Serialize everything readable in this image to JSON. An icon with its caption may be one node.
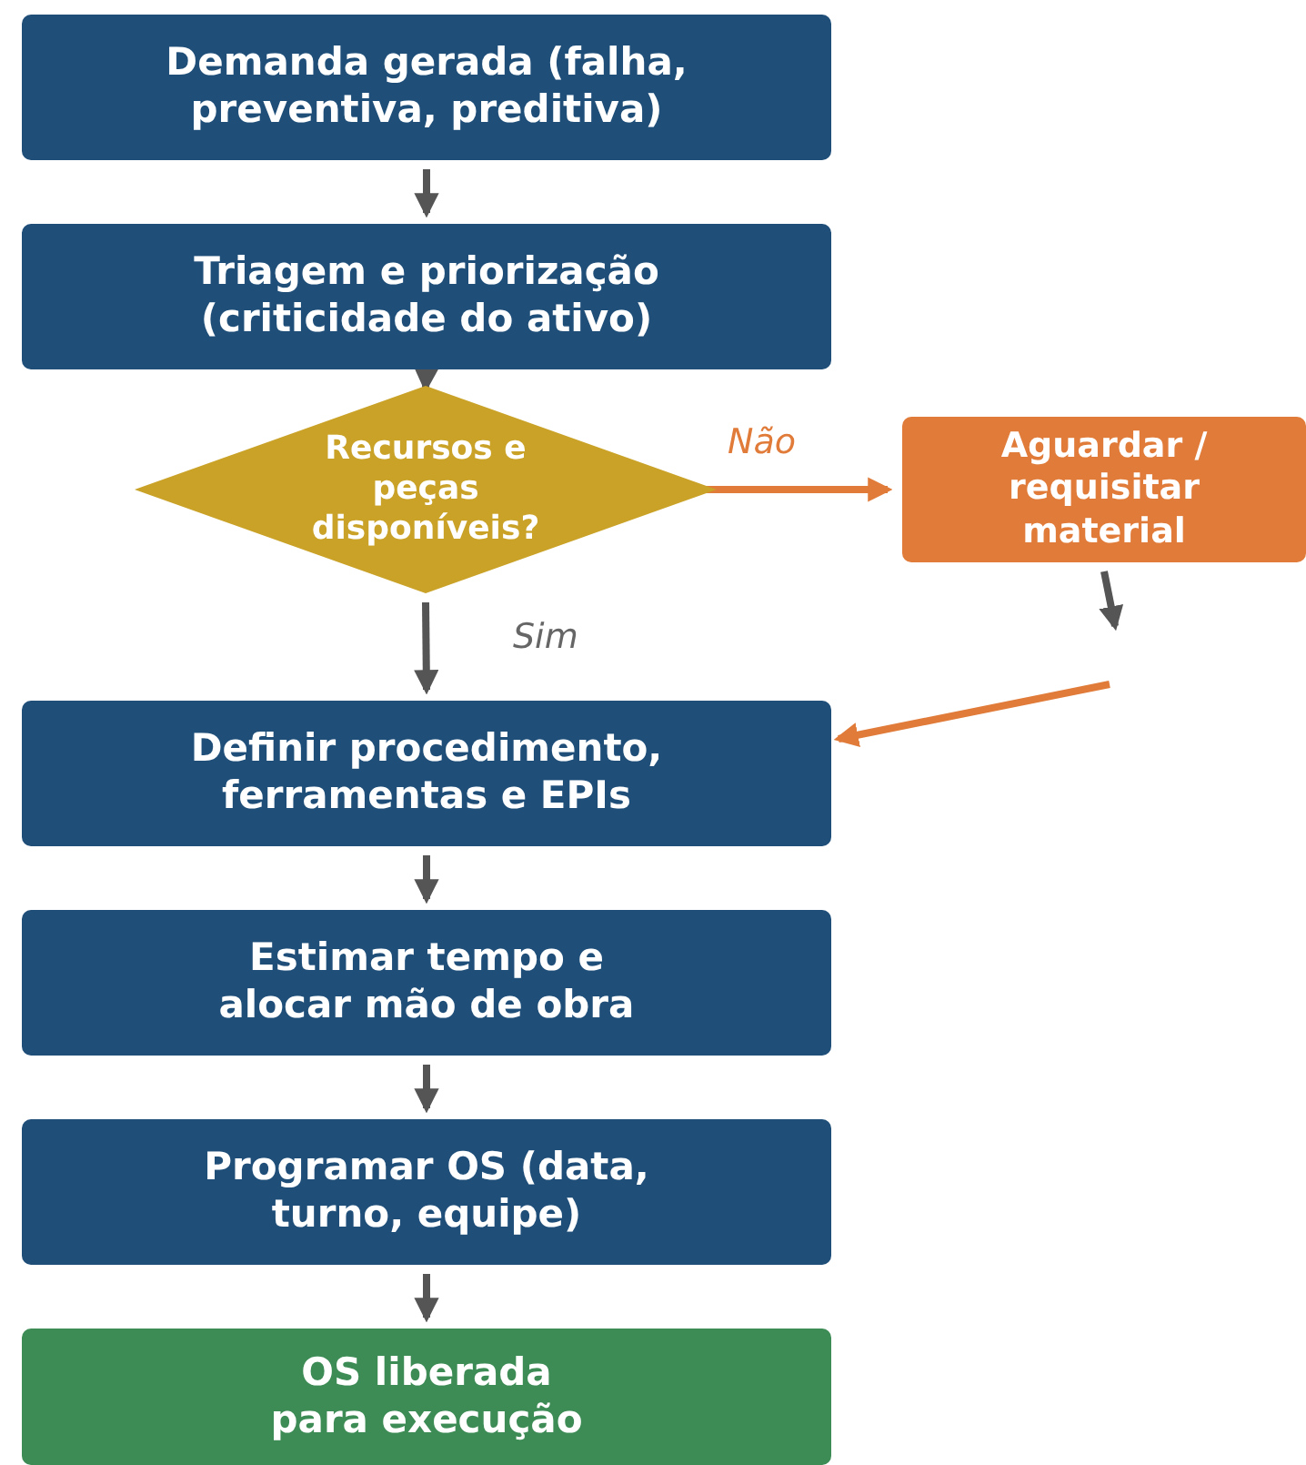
{
  "diagram": {
    "nodes": [
      {
        "text": [
          "Demanda gerada (falha, preventiva, preditiva)"
        ]
      },
      {
        "text": [
          "Triagem e priorização (criticidade do ativo)"
        ]
      },
      {
        "text": [
          "Recursos e peças disponíveis?"
        ]
      },
      {
        "text": [
          "Aguardar / requisitar material"
        ]
      },
      {
        "text": [
          "Definir procedimento, ferramentas e EPIs"
        ]
      },
      {
        "text": [
          "Estimar tempo e alocar mão de obra"
        ]
      },
      {
        "text": [
          "Programar OS (data, turno, equipe)"
        ]
      },
      {
        "text": [
          "OS liberada para execução"
        ]
      }
    ],
    "edges": [
      {
        "from": 0,
        "to": 1,
        "arrow": "to"
      },
      {
        "from": 1,
        "to": 2,
        "arrow": "to"
      },
      {
        "from": 2,
        "to": 3,
        "arrow": "to",
        "label": "Não",
        "color": "#e07b39"
      },
      {
        "from": 2,
        "to": 4,
        "arrow": "to",
        "label": "Sim"
      },
      {
        "from": 3,
        "to": null,
        "arrow": "to"
      },
      {
        "from": null,
        "to": 4,
        "arrow": "to",
        "color": "#e07b39"
      },
      {
        "from": 4,
        "to": 5,
        "arrow": "to"
      },
      {
        "from": 5,
        "to": 6,
        "arrow": "to"
      },
      {
        "from": 6,
        "to": 7,
        "arrow": "to"
      }
    ]
  }
}
